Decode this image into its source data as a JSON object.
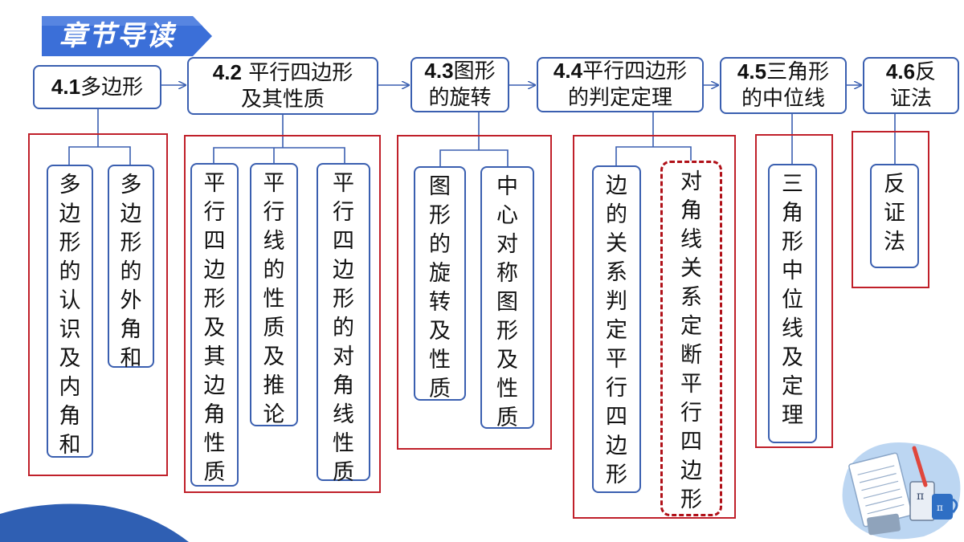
{
  "header": {
    "title": "章节导读"
  },
  "chapters": [
    {
      "num": "4.1",
      "title": "多边形",
      "subs": [
        "多边形的认识及内角和",
        "多边形的外角和"
      ]
    },
    {
      "num": "4.2",
      "title": " 平行四边形及其性质",
      "subs": [
        "平行四边形及其边角性质",
        "平行线的性质及推论",
        "平行四边形的对角线性质"
      ]
    },
    {
      "num": "4.3",
      "title": "图形的旋转",
      "subs": [
        "图形的旋转及性质",
        "中心对称图形及性质"
      ]
    },
    {
      "num": "4.4",
      "title": "平行四边形的判定定理",
      "subs": [
        "边的关系判定平行四边形",
        "对角线关系定断平行四边形"
      ]
    },
    {
      "num": "4.5",
      "title": "三角形的中位线",
      "subs": [
        "三角形中位线及定理"
      ]
    },
    {
      "num": "4.6",
      "title": "反证法",
      "subs": [
        "反证法"
      ]
    }
  ],
  "colors": {
    "banner": "#3b6fd8",
    "box_border": "#3a5fb0",
    "frame_red": "#c0202a",
    "highlight_dashed": "#b01018"
  }
}
